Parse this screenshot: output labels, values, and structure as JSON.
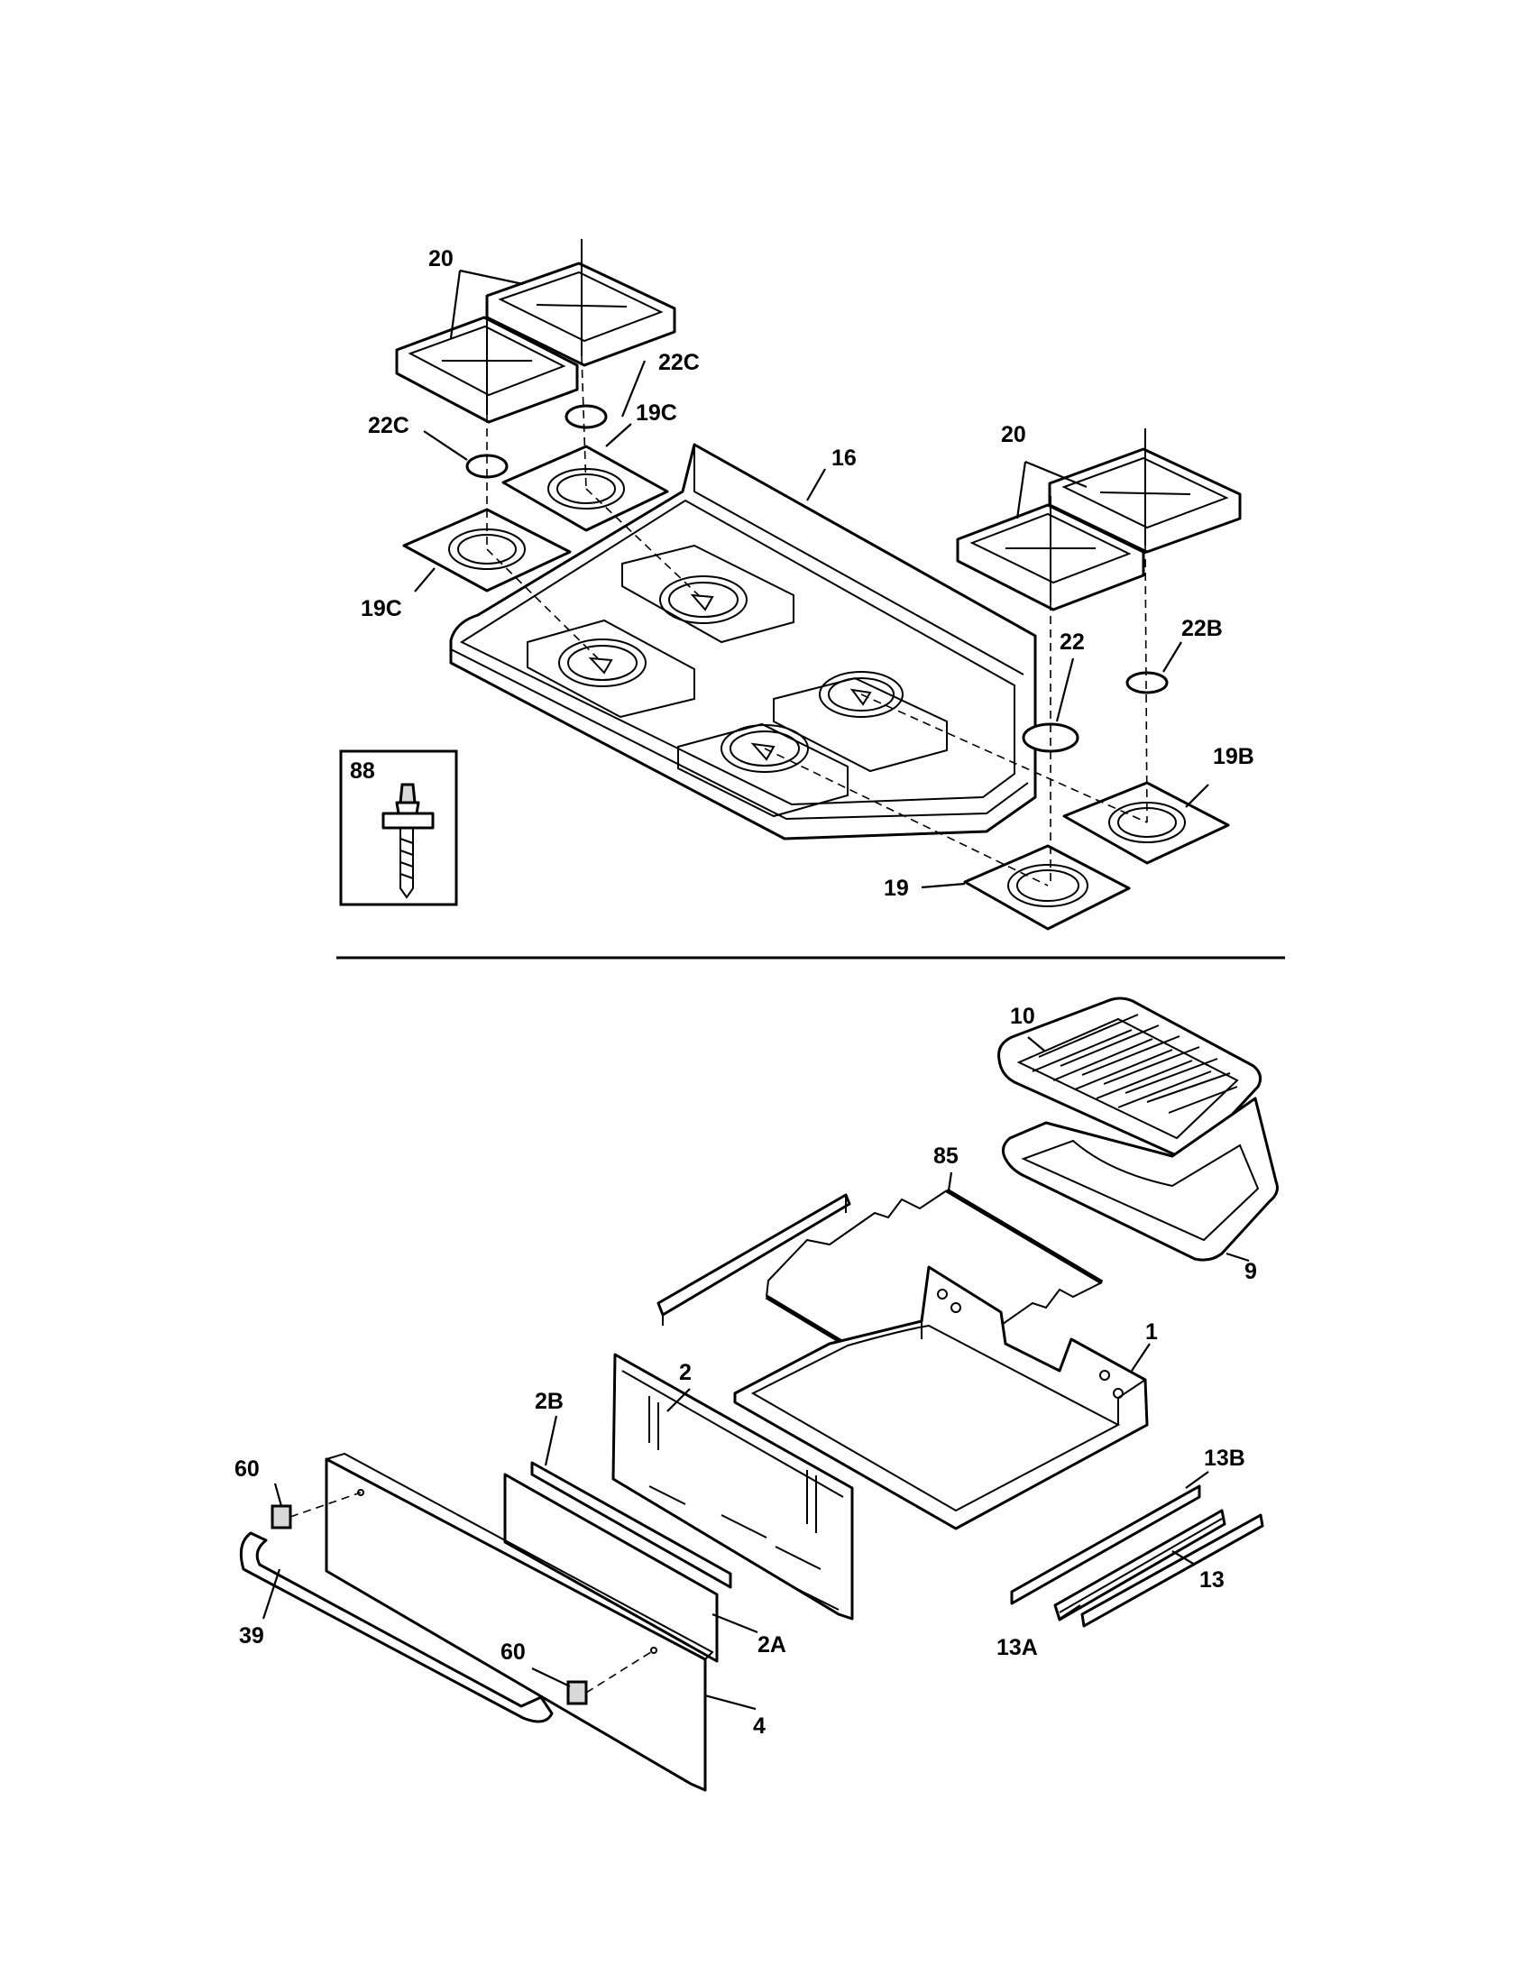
{
  "labels": {
    "grates_left": "20",
    "grates_right": "20",
    "cap_left_top": "22C",
    "cap_left": "22C",
    "pan_left_top": "19C",
    "pan_left": "19C",
    "cooktop": "16",
    "cap_right_front": "22",
    "cap_right_rear": "22B",
    "pan_right_rear": "19B",
    "pan_right_front": "19",
    "inset_box": "88",
    "broiler_grid": "10",
    "broiler_pan": "9",
    "rack": "85",
    "drawer_body": "1",
    "drawer_back": "2",
    "drawer_liner": "2B",
    "drawer_liner_bracket": "2A",
    "slide_13b": "13B",
    "slide_13a": "13A",
    "slide_13": "13",
    "bumper_left": "60",
    "bumper_right": "60",
    "handle": "39",
    "drawer_front": "4"
  }
}
